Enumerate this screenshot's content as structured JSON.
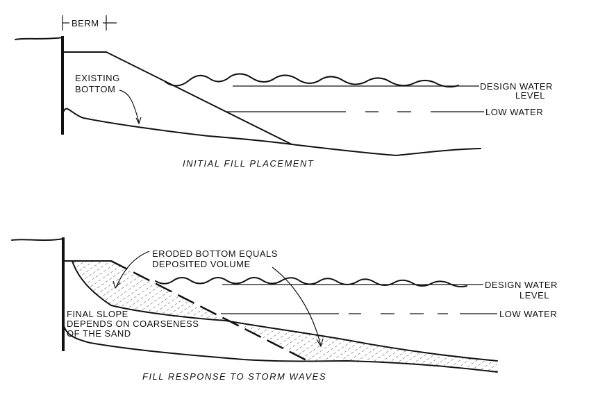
{
  "top_panel": {
    "berm_label": "BERM",
    "existing_bottom_line1": "EXISTING",
    "existing_bottom_line2": "BOTTOM",
    "design_water_line1": "DESIGN WATER",
    "design_water_line2": "LEVEL",
    "low_water": "LOW WATER",
    "caption": "INITIAL FILL PLACEMENT"
  },
  "bottom_panel": {
    "eroded_line1": "ERODED BOTTOM EQUALS",
    "eroded_line2": "DEPOSITED VOLUME",
    "final_slope_line1": "FINAL SLOPE",
    "final_slope_line2": "DEPENDS ON COARSENESS",
    "final_slope_line3": "OF THE SAND",
    "design_water_line1": "DESIGN WATER",
    "design_water_line2": "LEVEL",
    "low_water": "LOW WATER",
    "caption": "FILL RESPONSE TO STORM WAVES"
  }
}
